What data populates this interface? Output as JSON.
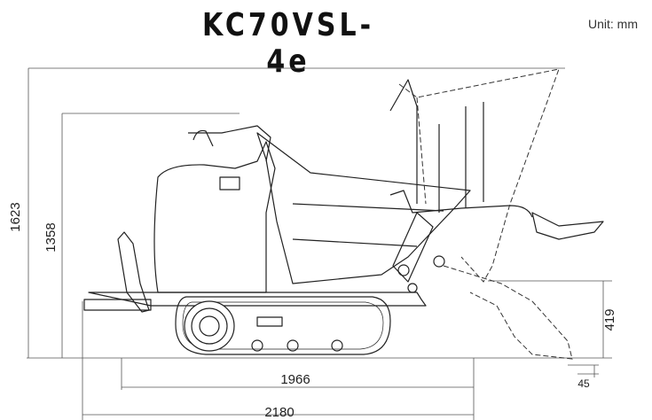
{
  "title": "KC70VSL-4e",
  "unit_label": "Unit: mm",
  "dimensions": {
    "overall_height": "1623",
    "body_height": "1358",
    "track_length": "1966",
    "overall_length": "2180",
    "dump_height": "419",
    "ground_clearance": "45"
  },
  "colors": {
    "line": "#222222",
    "dim_line": "#555555",
    "background": "#ffffff"
  }
}
